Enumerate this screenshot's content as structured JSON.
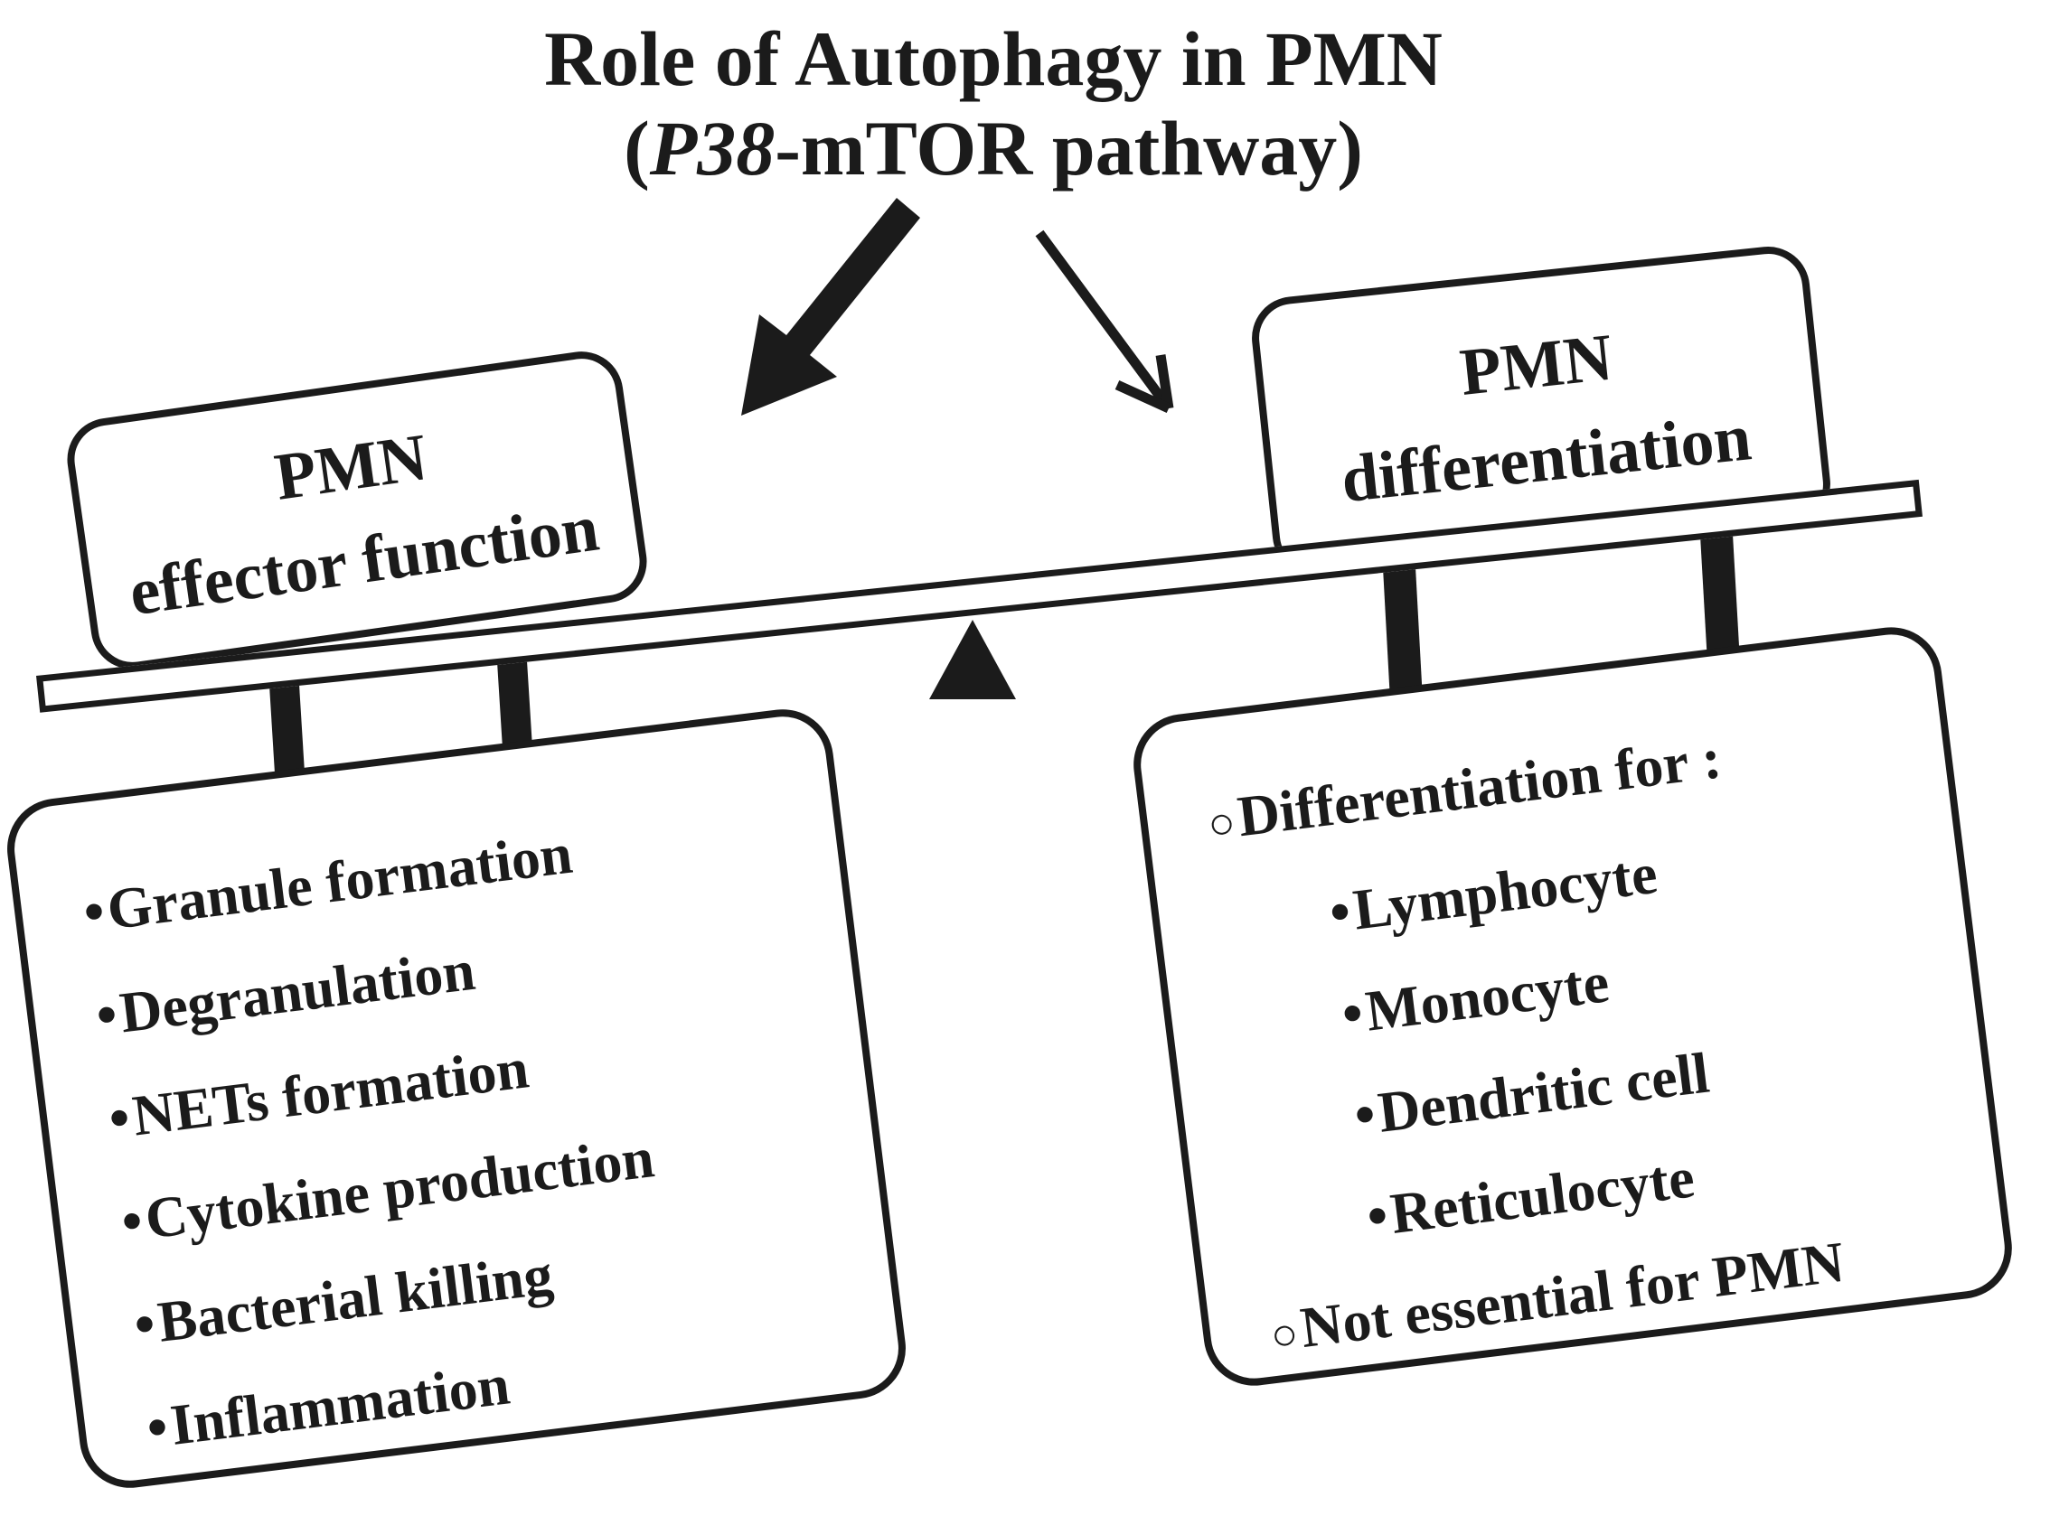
{
  "title": {
    "line1": "Role of Autophagy in PMN",
    "line2_pre": "(",
    "line2_italic": "P38",
    "line2_post": "-mTOR pathway)"
  },
  "bullets": {
    "dot": "•",
    "circle": "○"
  },
  "left_branch": {
    "label_line1": "PMN",
    "label_line2": "effector function",
    "items": [
      "Granule formation",
      "Degranulation",
      "NETs formation",
      "Cytokine production",
      "Bacterial killing",
      "Inflammation"
    ]
  },
  "right_branch": {
    "label_line1": "PMN",
    "label_line2": "differentiation",
    "heading": "Differentiation for :",
    "items": [
      "Lymphocyte",
      "Monocyte",
      "Dendritic cell",
      "Reticulocyte"
    ],
    "footer": "Not essential for PMN"
  },
  "colors": {
    "ink": "#1b1b1b",
    "background": "#ffffff"
  }
}
